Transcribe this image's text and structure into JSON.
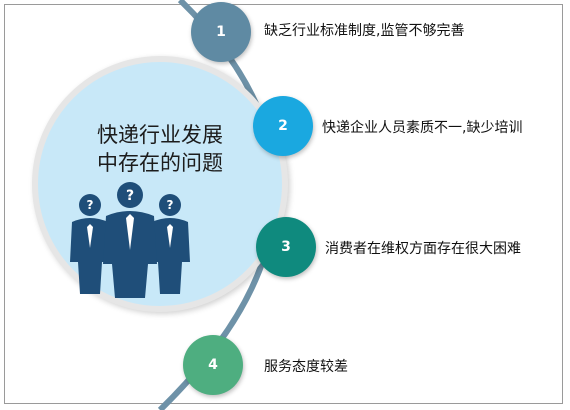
{
  "center_title": {
    "line1": "快递行业发展",
    "line2": "中存在的问题"
  },
  "icon": "business-people-question-icon",
  "colors": {
    "bubble": "#c8e8f8",
    "arc": "#6e92a8",
    "node1": "#5f8aa3",
    "node2": "#1aa8e0",
    "node3": "#0f8a7e",
    "node4": "#4eae80",
    "people": "#1f4e79"
  },
  "items": [
    {
      "number": "1",
      "text": "缺乏行业标准制度,监管不够完善"
    },
    {
      "number": "2",
      "text": "快递企业人员素质不一,缺少培训"
    },
    {
      "number": "3",
      "text": "消费者在维权方面存在很大困难"
    },
    {
      "number": "4",
      "text": "服务态度较差"
    }
  ]
}
